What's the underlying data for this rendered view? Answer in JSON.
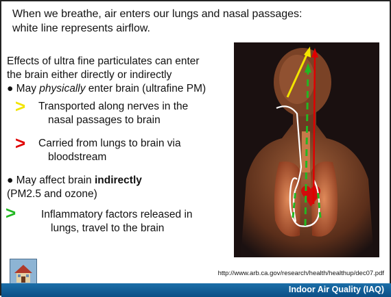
{
  "slide": {
    "intro_line1": "When we breathe, air enters our lungs and nasal passages:",
    "intro_line2": "white line represents airflow.",
    "effects_line1": "Effects of ultra fine particulates can enter",
    "effects_line2": "the brain either directly or indirectly",
    "bullet1_pre": "● May ",
    "bullet1_em": "physically",
    "bullet1_post": " enter brain (ultrafine PM)",
    "item_yellow_line1": "Transported along nerves in the",
    "item_yellow_line2": "nasal passages to brain",
    "item_red_line1": "Carried from lungs to brain via",
    "item_red_line2": "bloodstream",
    "bullet2_pre": "● May affect brain ",
    "bullet2_strong": "indirectly",
    "bullet2_line2": "(PM2.5 and ozone)",
    "item_green_line1": "Inflammatory factors released  in",
    "item_green_line2": "lungs, travel to the brain",
    "arrow_glyph": ">",
    "url": "http://www.arb.ca.gov/research/health/healthup/dec07.pdf",
    "footer": "Indoor Air Quality (IAQ)"
  },
  "colors": {
    "yellow": "#f2e400",
    "red": "#e00000",
    "green": "#22b822",
    "footer_bar": "#0b5c96"
  },
  "icons": {
    "body_illustration": "human-torso-lungs-illustration",
    "logo": "house-logo-icon"
  }
}
